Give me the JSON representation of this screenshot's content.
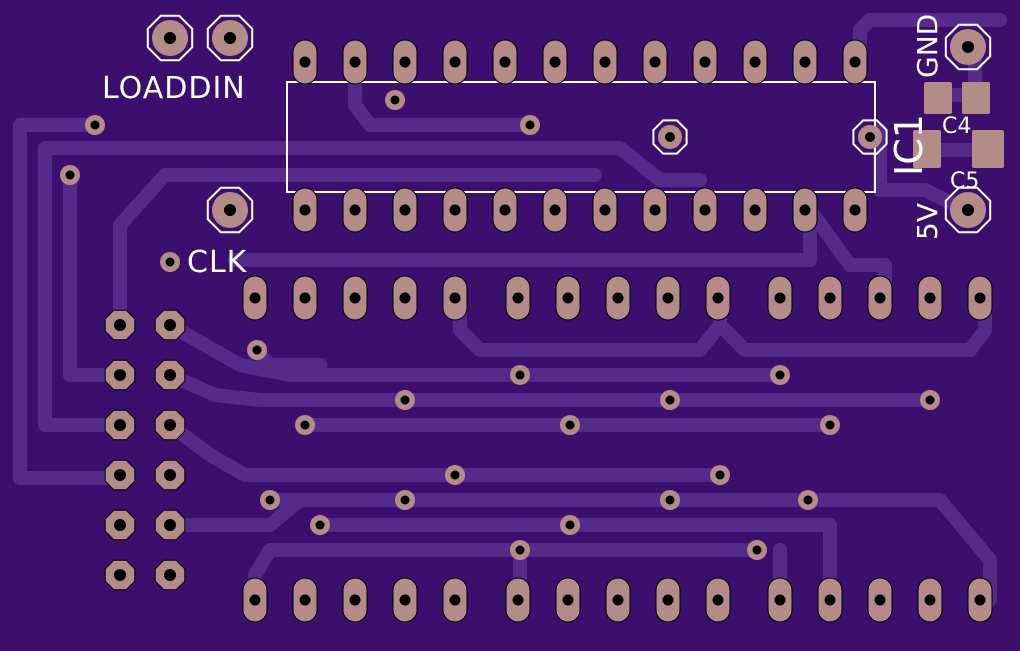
{
  "board": {
    "labels": {
      "loaddin": "LOADDIN",
      "clk": "CLK",
      "gnd": "GND",
      "five_v": "5V",
      "ic1": "IC1",
      "c4": "C4",
      "c5": "C5"
    },
    "colors": {
      "substrate": "#3c0f6e",
      "trace": "#562a8a",
      "pad": "#b48c87",
      "silk": "#ffffff"
    }
  }
}
